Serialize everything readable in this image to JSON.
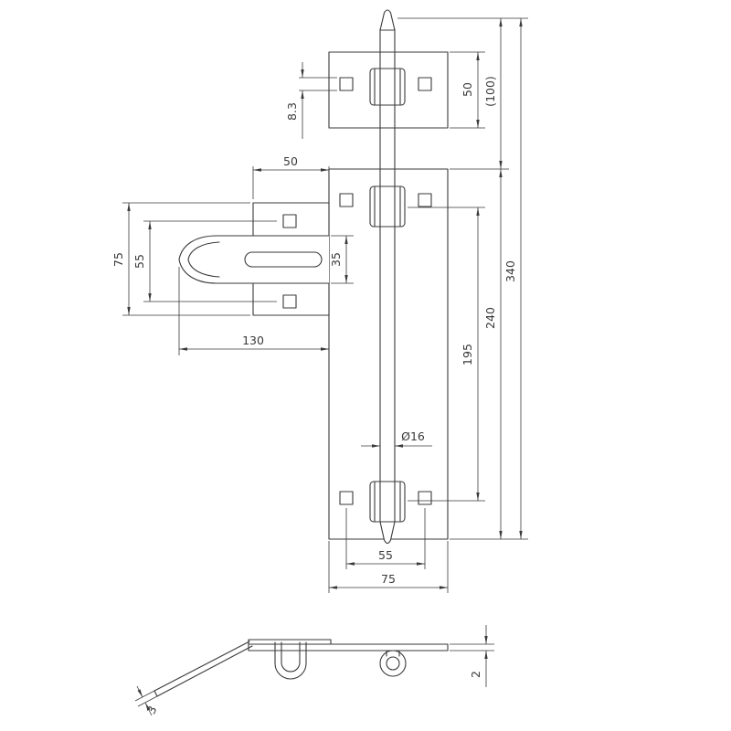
{
  "drawing": {
    "type": "technical-drawing",
    "subject": "pad bolt with hasp, front view and bottom view",
    "line_color": "#3a3a3a",
    "background_color": "#ffffff"
  },
  "dimensions": {
    "hole_size": "8.3",
    "keeper_plate_height": "50",
    "keeper_overall_height": "(100)",
    "hasp_plate_width": "50",
    "hasp_plate_height": "75",
    "hasp_hole_spacing": "55",
    "hasp_arm_width": "35",
    "hasp_arm_length": "130",
    "guide_spacing": "195",
    "main_plate_height": "240",
    "overall_height": "340",
    "bolt_diameter": "Ø16",
    "bottom_hole_spacing": "55",
    "main_plate_width": "75",
    "plate_thickness": "2",
    "hasp_thickness": "3"
  }
}
